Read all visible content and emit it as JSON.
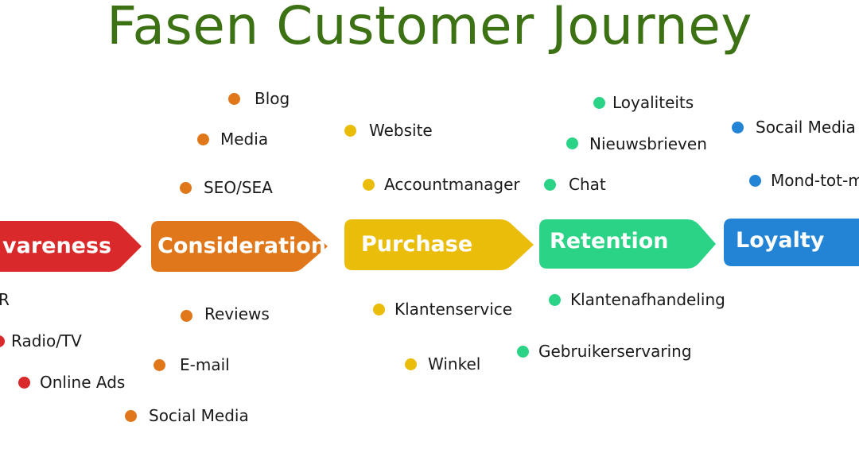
{
  "title": "Fasen Customer Journey",
  "colors": {
    "title": "#3c7214",
    "awareness": "#d9292a",
    "consideration": "#e0781b",
    "purchase": "#eabd0b",
    "retention": "#2bd386",
    "loyalty": "#2384d6"
  },
  "stages": [
    {
      "id": "awareness",
      "label": "vareness"
    },
    {
      "id": "consideration",
      "label": "Consideration"
    },
    {
      "id": "purchase",
      "label": "Purchase"
    },
    {
      "id": "retention",
      "label": "Retention"
    },
    {
      "id": "loyalty",
      "label": "Loyalty"
    }
  ],
  "awareness": {
    "items": [
      "R",
      "Radio/TV",
      "Online Ads"
    ]
  },
  "consideration": {
    "items": [
      "Blog",
      "Media",
      "SEO/SEA",
      "Reviews",
      "E-mail",
      "Social Media"
    ]
  },
  "purchase": {
    "items": [
      "Website",
      "Accountmanager",
      "Klantenservice",
      "Winkel"
    ]
  },
  "retention": {
    "items": [
      "Loyaliteits",
      "Nieuwsbrieven",
      "Chat",
      "Klantenafhandeling",
      "Gebruikerservaring"
    ]
  },
  "loyalty": {
    "items": [
      "Socail Media",
      "Mond-tot-m"
    ]
  }
}
